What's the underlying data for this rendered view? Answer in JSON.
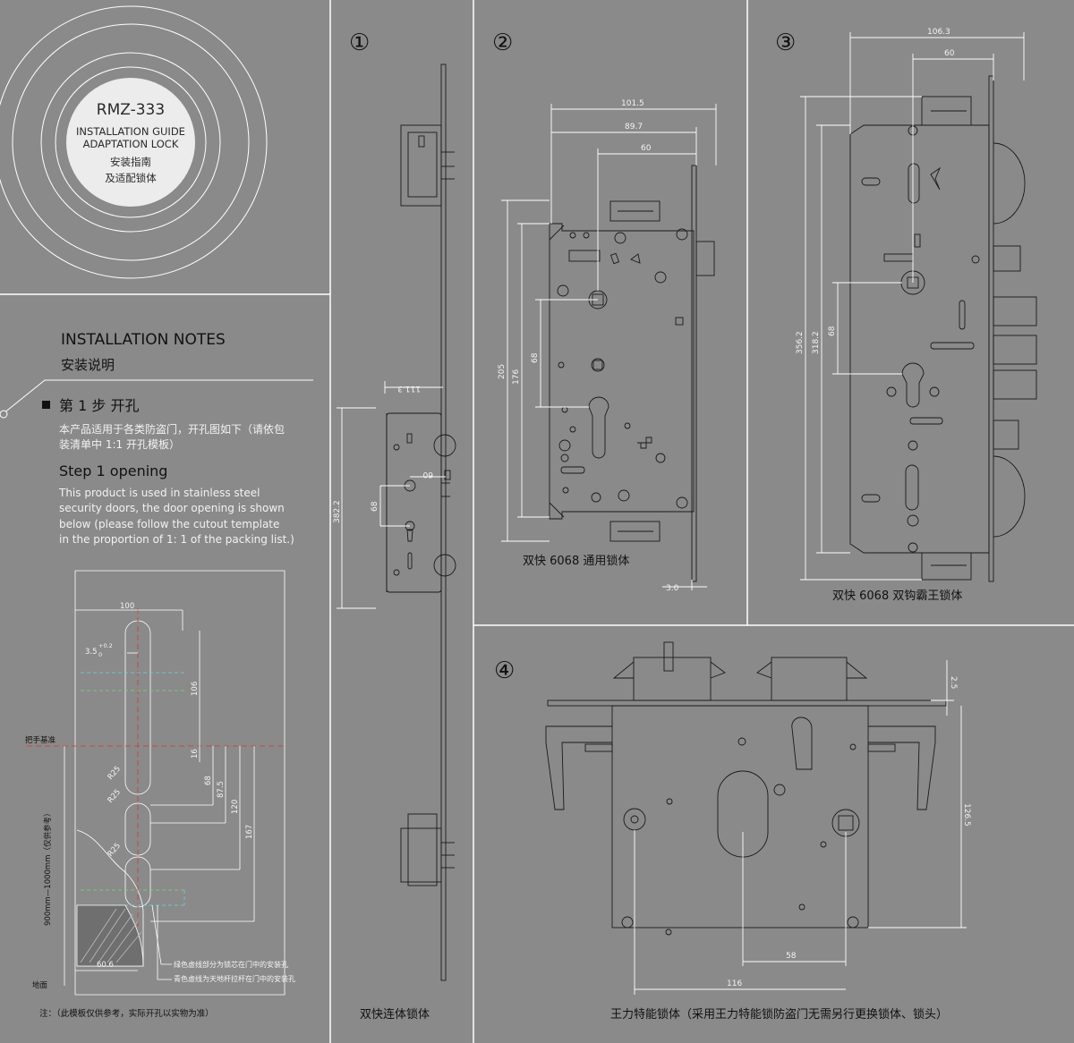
{
  "badge": {
    "model": "RMZ-333",
    "line1": "INSTALLATION GUIDE",
    "line2": "ADAPTATION LOCK",
    "line3": "安装指南",
    "line4": "及适配锁体"
  },
  "notes": {
    "title_en": "INSTALLATION NOTES",
    "title_cn": "安装说明",
    "step_cn": "第 1 步   开孔",
    "desc_cn_1": "本产品适用于各类防盗门，开孔图如下（请依包",
    "desc_cn_2": "装清单中 1:1 开孔模板）",
    "step_en": "Step 1 opening",
    "desc_en_1": "This product is used in stainless steel",
    "desc_en_2": "security doors, the door opening is shown",
    "desc_en_3": "below (please follow the cutout template",
    "desc_en_4": "in the proportion of 1: 1 of the packing list.)"
  },
  "template": {
    "dim_100": "100",
    "dim_3_5": "3.5",
    "dim_plus": "+0.2",
    "dim_0": "0",
    "dim_106": "106",
    "dim_16": "16",
    "dim_68": "68",
    "dim_87_5": "87.5",
    "dim_120": "120",
    "dim_167": "167",
    "dim_r25a": "R25",
    "dim_r25b": "R25",
    "dim_r25c": "R25",
    "dim_60_6": "60.6",
    "handle_ref": "把手基准",
    "height_range": "900mm—1000mm（仅供参考）",
    "ground": "地面",
    "green_note": "绿色虚线部分为锁芯在门中的安装孔",
    "cyan_note": "青色虚线为天地杆拉杆在门中的安装孔",
    "footnote": "注：（此模板仅供参考，实际开孔以实物为准）"
  },
  "panel1": {
    "num": "①",
    "dim_111_3": "111.3",
    "dim_60": "60",
    "dim_382_2": "382.2",
    "dim_68": "68",
    "caption": "双快连体锁体"
  },
  "panel2": {
    "num": "②",
    "dim_101_5": "101.5",
    "dim_89_7": "89.7",
    "dim_60": "60",
    "dim_205": "205",
    "dim_176": "176",
    "dim_68": "68",
    "dim_3_0": "3.0",
    "caption": "双快 6068 通用锁体"
  },
  "panel3": {
    "num": "③",
    "dim_106_3": "106.3",
    "dim_60": "60",
    "dim_356_2": "356.2",
    "dim_318_2": "318.2",
    "dim_68": "68",
    "caption": "双快 6068 双钩霸王锁体"
  },
  "panel4": {
    "num": "④",
    "dim_2_5": "2.5",
    "dim_126_5": "126.5",
    "dim_58": "58",
    "dim_116": "116",
    "caption": "王力特能锁体（采用王力特能锁防盗门无需另行更换锁体、锁头）"
  }
}
